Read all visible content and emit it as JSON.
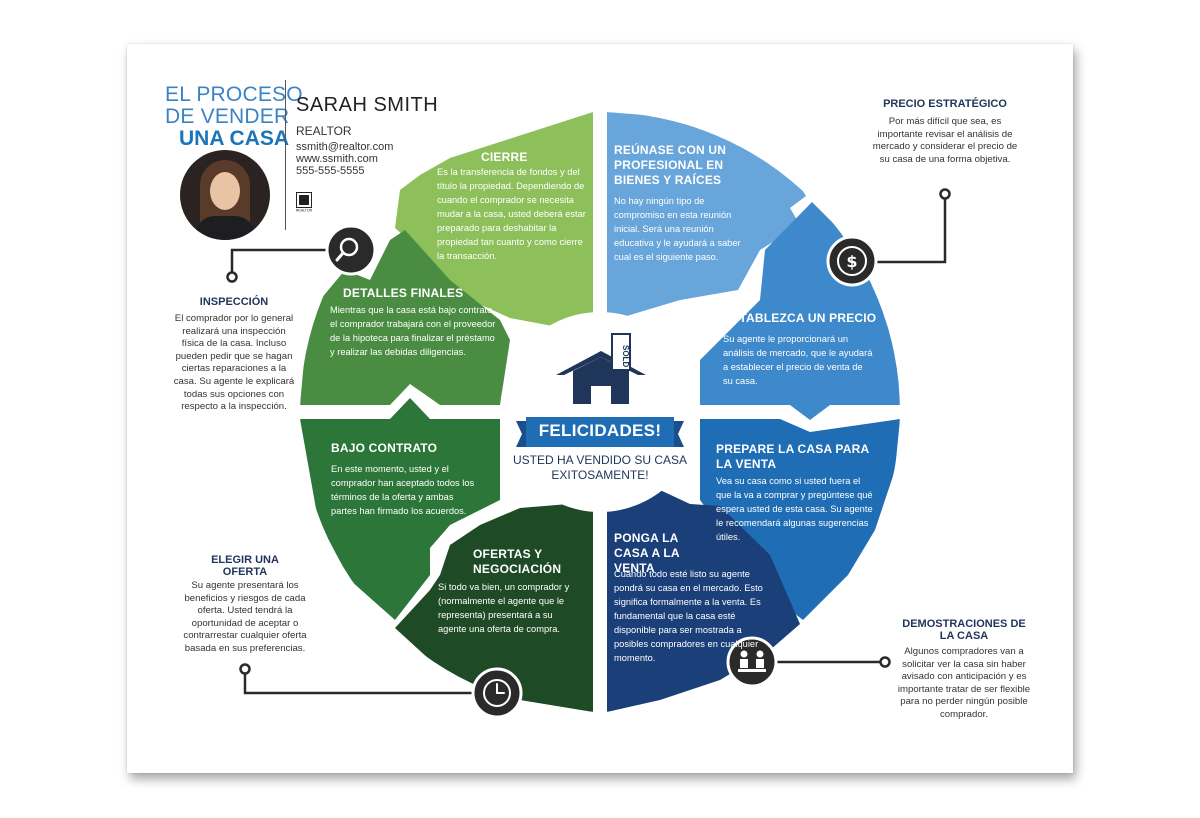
{
  "header": {
    "title_line1": "EL PROCESO",
    "title_line2": "DE VENDER",
    "title_line3": "UNA CASA",
    "agent_name": "SARAH SMITH",
    "agent_role": "REALTOR",
    "agent_email": "ssmith@realtor.com",
    "agent_web": "www.ssmith.com",
    "agent_phone": "555-555-5555",
    "realtor_logo_text": "REALTOR"
  },
  "center": {
    "sign_text": "SOLD",
    "banner": "FELICIDADES!",
    "message": "USTED HA VENDIDO SU CASA EXITOSAMENTE!"
  },
  "segments": [
    {
      "id": "cierre",
      "title": "CIERRE",
      "body": "Es la transferencia de fondos y del título la propiedad. Dependiendo de cuando el comprador se necesita mudar a la casa, usted deberá estar preparado para deshabitar la propiedad tan cuanto y como cierre la transacción."
    },
    {
      "id": "reunase",
      "title": "REÚNASE CON UN PROFESIONAL EN BIENES Y RAÍCES",
      "body": "No hay ningún tipo de compromiso en esta reunión inicial. Será una reunión educativa y le ayudará a saber cual es el siguiente paso."
    },
    {
      "id": "precio",
      "title": "ESTABLEZCA UN PRECIO",
      "body": "Su agente le proporcionará un análisis de mercado, que le ayudará a establecer el precio de venta de su casa."
    },
    {
      "id": "prepare",
      "title": "PREPARE LA CASA PARA LA VENTA",
      "body": "Vea su casa como si usted fuera el que la va a comprar y pregúntese qué espera usted de esta casa. Su agente le recomendará algunas sugerencias útiles."
    },
    {
      "id": "ponga",
      "title": "PONGA LA CASA A LA VENTA",
      "body": "Cuando todo esté listo su agente pondrá su casa en el mercado. Esto significa formalmente a la venta. Es fundamental que la casa esté disponible para ser mostrada a posibles compradores en cualquier momento."
    },
    {
      "id": "ofertas",
      "title": "OFERTAS Y NEGOCIACIÓN",
      "body": "Si todo va bien, un comprador y (normalmente el agente que le representa) presentará a su agente una oferta de compra."
    },
    {
      "id": "bajo",
      "title": "BAJO CONTRATO",
      "body": "En este momento, usted y el comprador han aceptado todos los términos de la oferta y ambas partes han firmado los acuerdos."
    },
    {
      "id": "detalles",
      "title": "DETALLES FINALES",
      "body": "Mientras que la casa está bajo contrato, el comprador trabajará con el proveedor de la hipoteca para finalizar el préstamo y realizar las debidas diligencias."
    }
  ],
  "side_notes": [
    {
      "id": "precio_estrategico",
      "title": "PRECIO ESTRATÉGICO",
      "body": "Por más difícil que sea, es importante revisar el análisis de mercado y considerar el precio de su casa de una forma objetiva.",
      "icon": "dollar-icon"
    },
    {
      "id": "inspeccion",
      "title": "INSPECCIÓN",
      "body": "El comprador por lo general realizará una inspección física de la casa. Incluso pueden pedir que se hagan ciertas reparaciones a la casa. Su agente le explicará todas sus opciones con respecto a la inspección.",
      "icon": "magnifier-icon"
    },
    {
      "id": "elegir_oferta",
      "title": "ELEGIR UNA OFERTA",
      "body": "Su agente presentará los beneficios y riesgos de cada oferta. Usted tendrá la oportunidad de aceptar o contrarrestar cualquier oferta basada en sus preferencias.",
      "icon": "clock-icon"
    },
    {
      "id": "demostraciones",
      "title": "DEMOSTRACIONES DE LA CASA",
      "body": "Algunos compradores van a solicitar ver la casa sin haber avisado con anticipación y es importante tratar de ser flexible para no perder ningún posible comprador.",
      "icon": "people-icon"
    }
  ],
  "colors": {
    "cierre": "#8dc05a",
    "reunase": "#67a5da",
    "precio": "#3e88cc",
    "prepare": "#1f6db5",
    "ponga": "#1b3f78",
    "ofertas": "#1f4a26",
    "bajo": "#2b7638",
    "detalles": "#4a8c42",
    "navy": "#1f3559",
    "icon_bg": "#2a2a2a"
  }
}
